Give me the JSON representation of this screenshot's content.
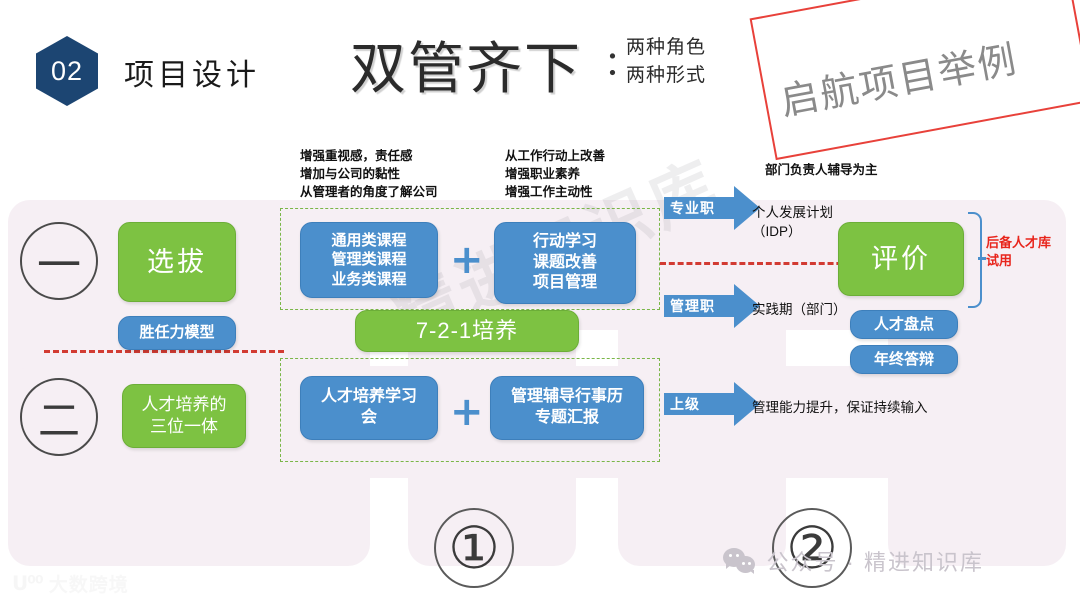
{
  "header": {
    "badge_number": "02",
    "section_title": "项目设计",
    "main_title": "双管齐下",
    "colon": "：",
    "subtitle_line_1": "两种角色",
    "subtitle_line_2": "两种形式"
  },
  "callout": {
    "label": "启航项目举例",
    "border_color": "#e8413a",
    "text_color": "#8a8a8a"
  },
  "notes": {
    "left_block": "增强重视感，责任感\n增加与公司的黏性\n从管理者的角度了解公司",
    "middle_block": "从工作行动上改善\n增强职业素养\n增强工作主动性",
    "right_block": "部门负责人辅导为主"
  },
  "rows": [
    {
      "marker": "一",
      "stage_label": "选拔",
      "sub_label": "胜任力模型"
    },
    {
      "marker": "二",
      "stage_label": "人才培养的\n三位一体",
      "sub_label": ""
    }
  ],
  "center": {
    "course_box": "通用类课程\n管理类课程\n业务类课程",
    "action_box": "行动学习\n课题改善\n项目管理",
    "banner": "7-2-1培养",
    "learn_box": "人才培养学习\n会",
    "manual_box": "管理辅导行事历\n专题汇报",
    "plus": "+"
  },
  "arrows": [
    {
      "label": "专业职",
      "target": "个人发展计划\n（IDP）"
    },
    {
      "label": "管理职",
      "target": "实践期（部门）"
    },
    {
      "label": "上级",
      "target": "管理能力提升，保证持续输入"
    }
  ],
  "right": {
    "evaluation": "评价",
    "talent_review": "人才盘点",
    "year_end_defense": "年终答辩",
    "bracket_note": "后备人才库\n试用",
    "bracket_note_color": "#e8251c"
  },
  "footer": {
    "circle_1": "①",
    "circle_2": "②"
  },
  "watermarks": {
    "diagonal": "精进知识库",
    "bottom_left_mark": "ᑌ⁰⁰",
    "bottom_left": "大数跨境",
    "bottom_right": "公众号 · 精进知识库"
  },
  "colors": {
    "green": "#7dc242",
    "blue": "#4b8fcc",
    "navy": "#1c4572",
    "band": "#f6eff4",
    "red": "#e8413a"
  }
}
